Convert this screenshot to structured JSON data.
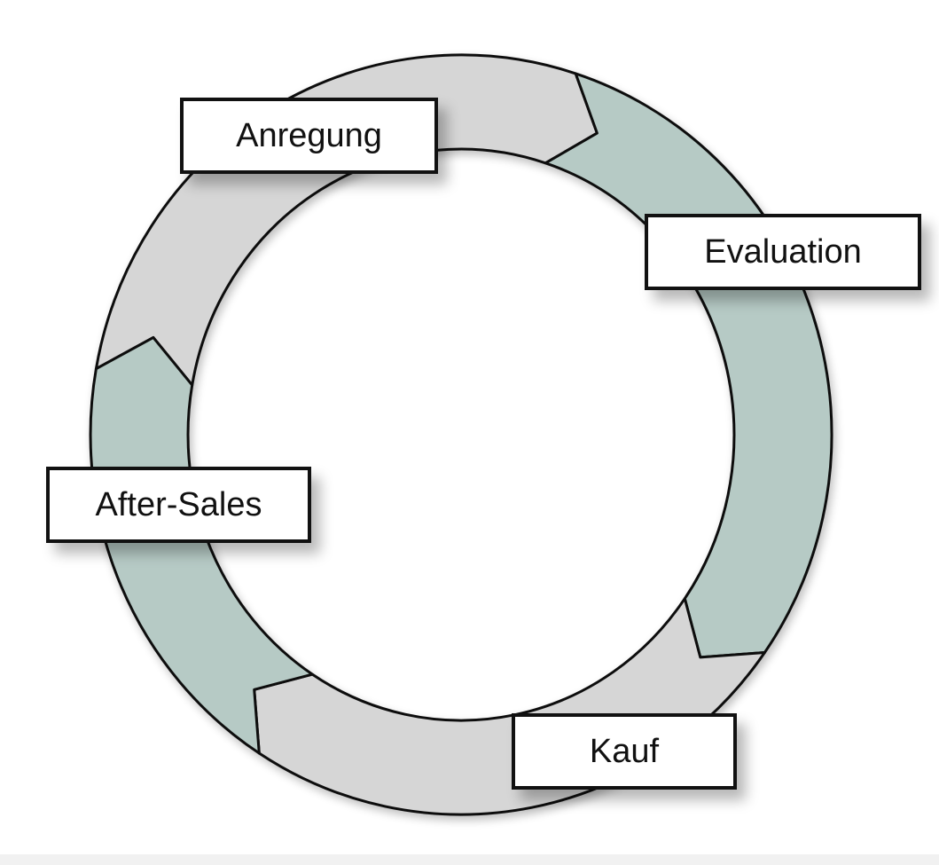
{
  "diagram": {
    "stages": [
      {
        "label": "Anregung"
      },
      {
        "label": "Evaluation"
      },
      {
        "label": "Kauf"
      },
      {
        "label": "After-Sales"
      }
    ]
  },
  "colors": {
    "background": "#ffffff",
    "segment_gray": "#d6d6d6",
    "segment_teal": "#b6cac5",
    "outline": "#111111",
    "label_fill": "#ffffff"
  }
}
